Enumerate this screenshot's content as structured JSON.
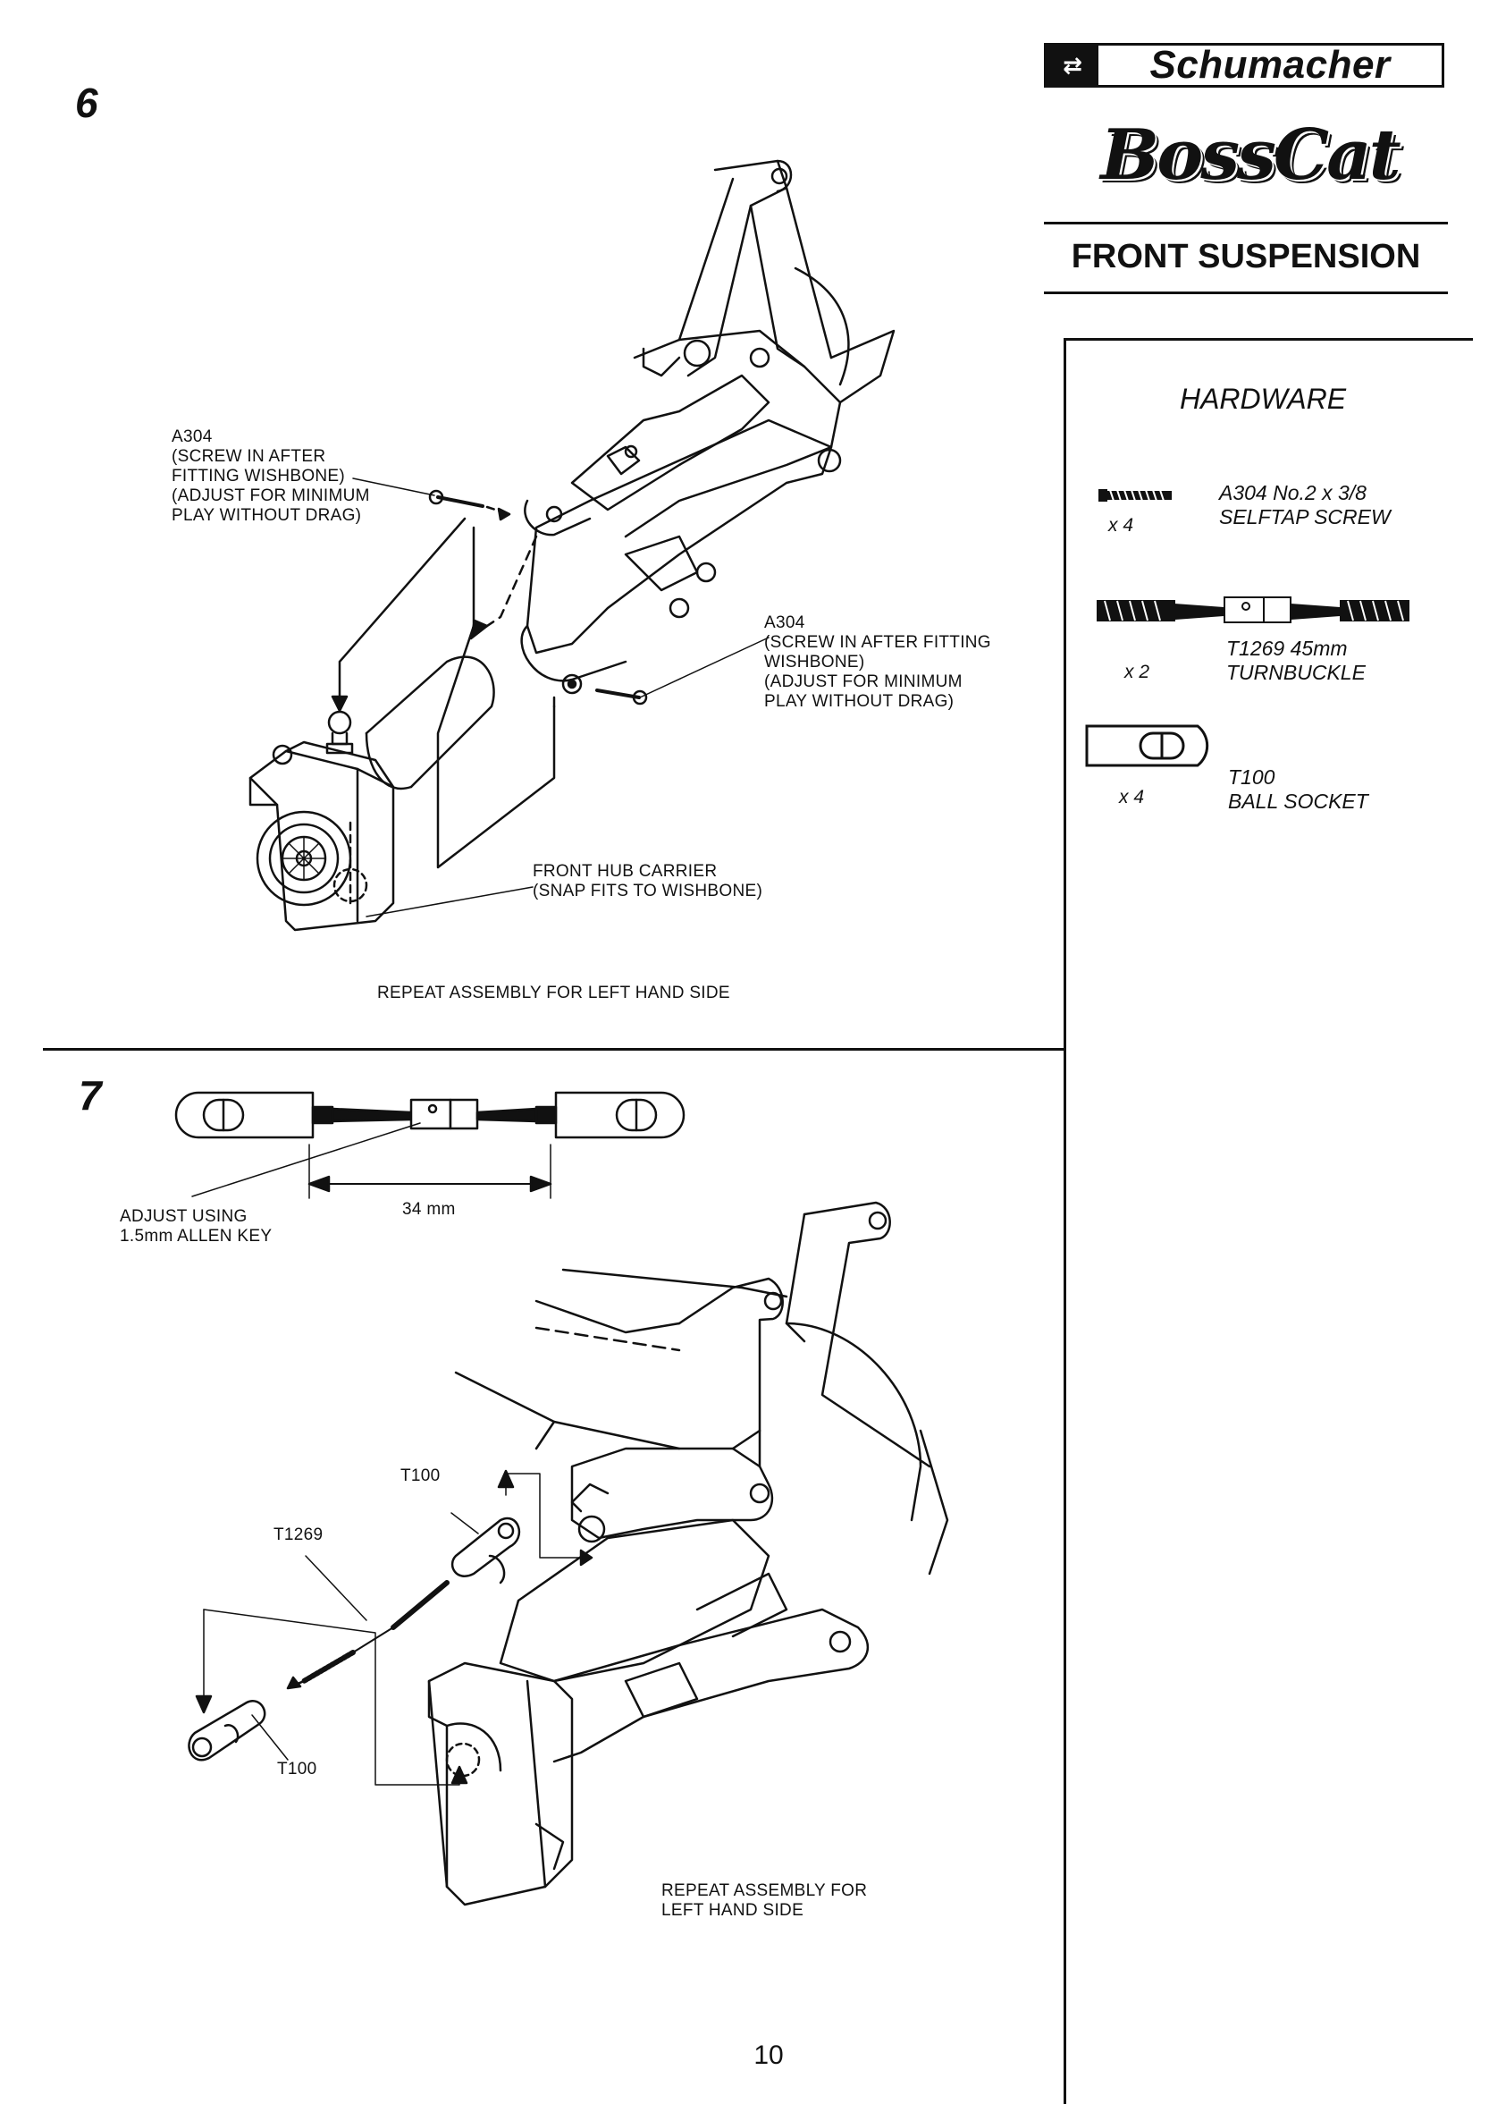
{
  "brand": {
    "name": "Schumacher",
    "model": "BossCat"
  },
  "section_title": "FRONT SUSPENSION",
  "hardware": {
    "title": "HARDWARE",
    "items": [
      {
        "code_desc": "A304 No.2 x 3/8",
        "name": "SELFTAP SCREW",
        "qty": "x 4"
      },
      {
        "code_desc": "T1269 45mm",
        "name": "TURNBUCKLE",
        "qty": "x 2"
      },
      {
        "code_desc": "T100",
        "name": "BALL SOCKET",
        "qty": "x 4"
      }
    ]
  },
  "step6": {
    "number": "6",
    "callout_a304_left": [
      "A304",
      "(SCREW IN AFTER",
      "FITTING WISHBONE)",
      "(ADJUST FOR MINIMUM",
      "PLAY WITHOUT DRAG)"
    ],
    "callout_a304_right": [
      "A304",
      "(SCREW IN AFTER FITTING",
      "WISHBONE)",
      "(ADJUST FOR MINIMUM",
      "PLAY WITHOUT DRAG)"
    ],
    "callout_hub": [
      "FRONT HUB CARRIER",
      "(SNAP FITS TO WISHBONE)"
    ],
    "repeat_note": "REPEAT ASSEMBLY FOR LEFT HAND SIDE"
  },
  "step7": {
    "number": "7",
    "adjust_note": [
      "ADJUST USING",
      "1.5mm ALLEN KEY"
    ],
    "dimension": "34 mm",
    "label_t100_top": "T100",
    "label_t1269": "T1269",
    "label_t100_bottom": "T100",
    "repeat_note": [
      "REPEAT ASSEMBLY FOR",
      "LEFT HAND SIDE"
    ]
  },
  "page_number": "10"
}
